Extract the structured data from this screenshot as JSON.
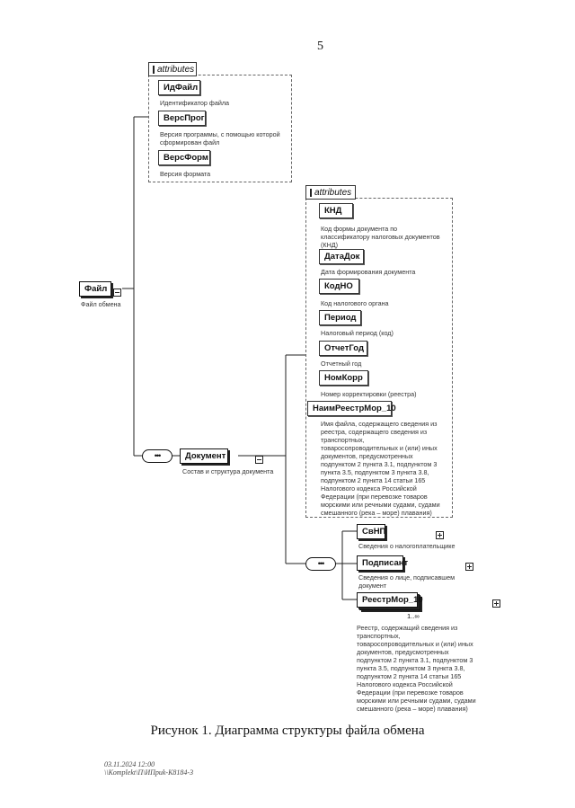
{
  "page_number": "5",
  "attr_tab_label": "attributes",
  "file_attributes": [
    {
      "name": "ИдФайл",
      "desc": [
        "Идентификатор файла"
      ]
    },
    {
      "name": "ВерсПрог",
      "desc": [
        "Версия программы, с помощью которой",
        "сформирован файл"
      ]
    },
    {
      "name": "ВерсФорм",
      "desc": [
        "Версия формата"
      ]
    }
  ],
  "root": {
    "name": "Файл",
    "desc": "Файл обмена"
  },
  "document": {
    "name": "Документ",
    "desc": "Состав и структура документа"
  },
  "doc_attributes": [
    {
      "name": "КНД",
      "desc": [
        "Код формы документа по",
        "классификатору налоговых документов",
        "(КНД)"
      ]
    },
    {
      "name": "ДатаДок",
      "desc": [
        "Дата формирования документа"
      ]
    },
    {
      "name": "КодНО",
      "desc": [
        "Код налогового органа"
      ]
    },
    {
      "name": "Период",
      "desc": [
        "Налоговый период (код)"
      ]
    },
    {
      "name": "ОтчетГод",
      "desc": [
        "Отчетный год"
      ]
    },
    {
      "name": "НомКорр",
      "desc": [
        "Номер корректировки (реестра)"
      ]
    },
    {
      "name": "НаимРеестрМор_10",
      "desc": [
        "Имя файла, содержащего сведения из",
        "реестра, содержащего сведения из",
        "транспортных,",
        "товаросопроводительных и (или) иных",
        "документов, предусмотренных",
        "подпунктом 2 пункта 3.1, подпунктом 3",
        "пункта 3.5, подпунктом 3 пункта 3.8,",
        "подпунктом 2 пункта 14 статьи 165",
        "Налогового кодекса Российской",
        "Федерации (при перевозке товаров",
        "морскими или речными судами, судами",
        "смешанного (река – море) плавания)"
      ]
    }
  ],
  "doc_children": [
    {
      "name": "СвНП",
      "desc": [
        "Сведения о налогоплательщике"
      ]
    },
    {
      "name": "Подписант",
      "desc": [
        "Сведения о лице, подписавшем",
        "документ"
      ]
    },
    {
      "name": "РеестрМор_10",
      "desc": [
        "Реестр, содержащий сведения из",
        "транспортных,",
        "товаросопроводительных и (или) иных",
        "документов, предусмотренных",
        "подпунктом 2 пункта 3.1, подпунктом 3",
        "пункта 3.5, подпунктом 3 пункта 3.8,",
        "подпунктом 2 пункта 14 статьи 165",
        "Налогового кодекса Российской",
        "Федерации (при перевозке товаров",
        "морскими или речными судами, судами",
        "смешанного (река – море) плавания)"
      ],
      "multiplicity": "1..∞"
    }
  ],
  "caption": "Рисунок 1. Диаграмма структуры файла обмена",
  "stamp": {
    "date": "03.11.2024 12:00",
    "ref": "\\\\Komplekt\\П\\ИПриk-К8184-3"
  }
}
